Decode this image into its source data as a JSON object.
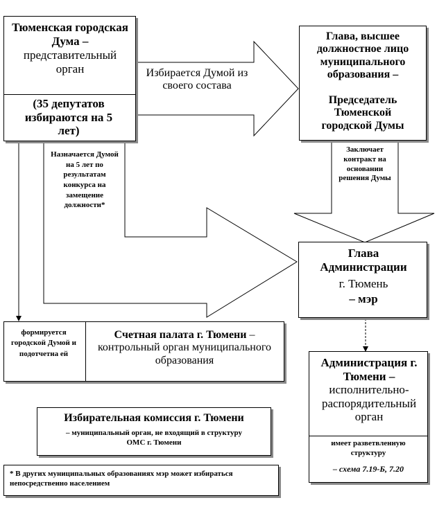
{
  "duma": {
    "name": "Тюменская городская Дума –",
    "role": "представительный орган",
    "deputies": "(35 депутатов избираются на 5 лет)"
  },
  "head": {
    "title": "Глава, высшее должностное лицо муниципального образования –",
    "chair": "Председатель Тюменской городской Думы"
  },
  "arrow_elected": "Избирается Думой из своего состава",
  "contract_note": "Заключает контракт на основании решения Думы",
  "appointed_note": "Назначается Думой на 5 лет по результатам конкурса на замещение должности*",
  "admin_head": {
    "title": "Глава Администрации",
    "city": "г. Тюмень",
    "mayor": "– мэр"
  },
  "audit": {
    "formed": "формируется городской Думой и подотчетна ей",
    "name": "Счетная палата г. Тюмени",
    "role": "– контрольный орган муниципального образования"
  },
  "administration": {
    "name": "Администрация г. Тюмени –",
    "role": "исполнительно-распорядительный орган",
    "note": "имеет разветвленную структуру",
    "scheme": "– схема 7.19-Б, 7.20"
  },
  "election_commission": {
    "name": "Избирательная комиссия г. Тюмени",
    "note": "– муниципальный орган, не входящий в структуру ОМС г. Тюмени"
  },
  "footnote": "* В других муниципальных образованиях мэр может избираться непосредственно населением"
}
